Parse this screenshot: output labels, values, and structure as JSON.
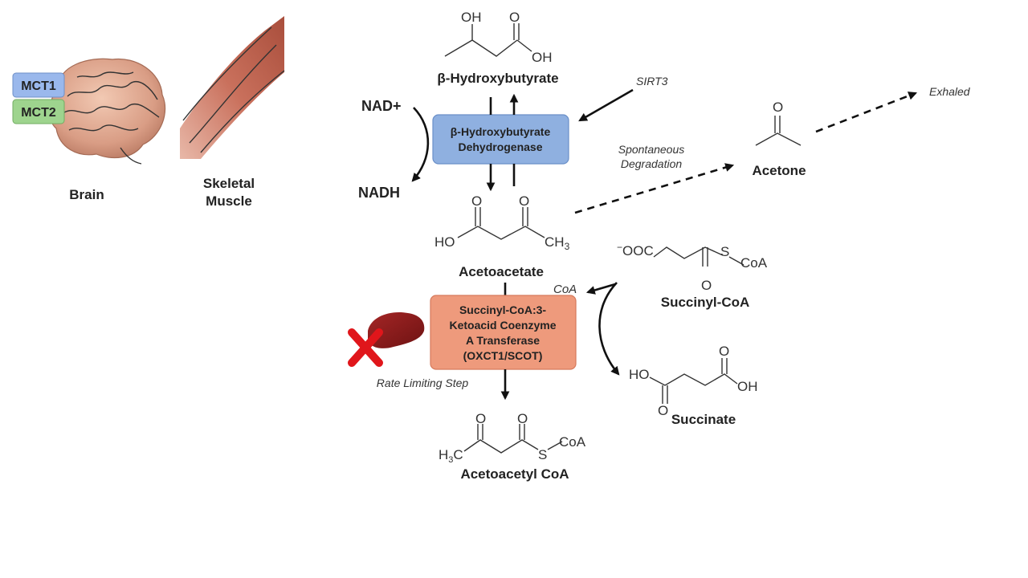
{
  "tissues": {
    "brain_label": "Brain",
    "muscle_label_line1": "Skeletal",
    "muscle_label_line2": "Muscle",
    "mct1_label": "MCT1",
    "mct2_label": "MCT2"
  },
  "molecules": {
    "bhb": "β-Hydroxybutyrate",
    "acetoacetate": "Acetoacetate",
    "acetone": "Acetone",
    "succinyl_coa": "Succinyl-CoA",
    "succinate": "Succinate",
    "acetoacetyl_coa": "Acetoacetyl CoA"
  },
  "atoms": {
    "oh": "OH",
    "o": "O",
    "ho": "HO",
    "ch3": "CH",
    "h3c": "H",
    "sub3": "3",
    "c": "C",
    "s": "S",
    "coa": "CoA",
    "ooc": "OOC",
    "minus": "−"
  },
  "enzymes": {
    "bdh_line1": "β-Hydroxybutyrate",
    "bdh_line2": "Dehydrogenase",
    "scot_line1": "Succinyl-CoA:3-",
    "scot_line2": "Ketoacid Coenzyme",
    "scot_line3": "A Transferase",
    "scot_line4": "(OXCT1/SCOT)"
  },
  "cofactors": {
    "nad": "NAD+",
    "nadh": "NADH",
    "coa": "CoA"
  },
  "annotations": {
    "sirt3": "SIRT3",
    "spontaneous_line1": "Spontaneous",
    "spontaneous_line2": "Degradation",
    "exhaled": "Exhaled",
    "rate_limiting": "Rate Limiting Step"
  },
  "colors": {
    "bdh_fill": "#8fb0e0",
    "bdh_stroke": "#6a8fc8",
    "scot_fill": "#ee9a7c",
    "scot_stroke": "#d67a5c",
    "mct1_fill": "#9ab8ec",
    "mct2_fill": "#9ed48e",
    "liver": "#8b1a1a",
    "red_x": "#e0161b"
  }
}
